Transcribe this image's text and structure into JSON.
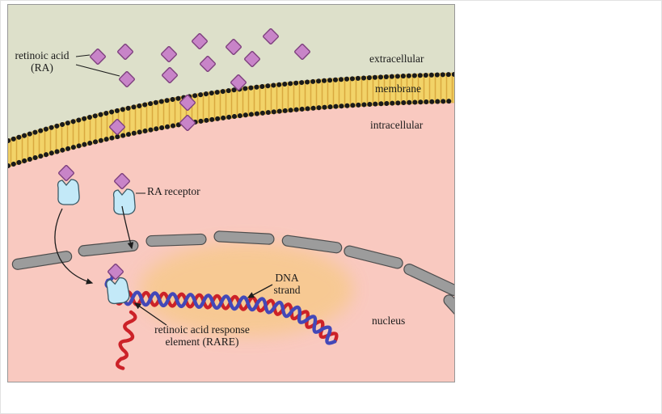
{
  "labels": {
    "retinoic_acid_line1": "retinoic acid",
    "retinoic_acid_line2": "(RA)",
    "extracellular": "extracellular",
    "membrane": "membrane",
    "intracellular": "intracellular",
    "ra_receptor": "RA receptor",
    "dna_strand_line1": "DNA",
    "dna_strand_line2": "strand",
    "rare_line1": "retinoic acid response",
    "rare_line2": "element (RARE)",
    "nucleus": "nucleus"
  },
  "colors": {
    "extracellular_bg": "#dde0ca",
    "intracellular_bg": "#f9c9c0",
    "membrane_fill": "#f2d368",
    "membrane_stripe": "#d9a93f",
    "lipid_head": "#1a1a1a",
    "ra_diamond_fill": "#c884c8",
    "ra_diamond_stroke": "#7d3f7d",
    "receptor_fill": "#c3e9f8",
    "receptor_stroke": "#3a5a66",
    "nuclear_envelope_fill": "#9c9c9c",
    "nuclear_envelope_stroke": "#4d4d4d",
    "nucleus_patch": "#f7c98f",
    "dna_red": "#cc2228",
    "dna_blue": "#4348b8",
    "label_text": "#1a1a1a"
  }
}
